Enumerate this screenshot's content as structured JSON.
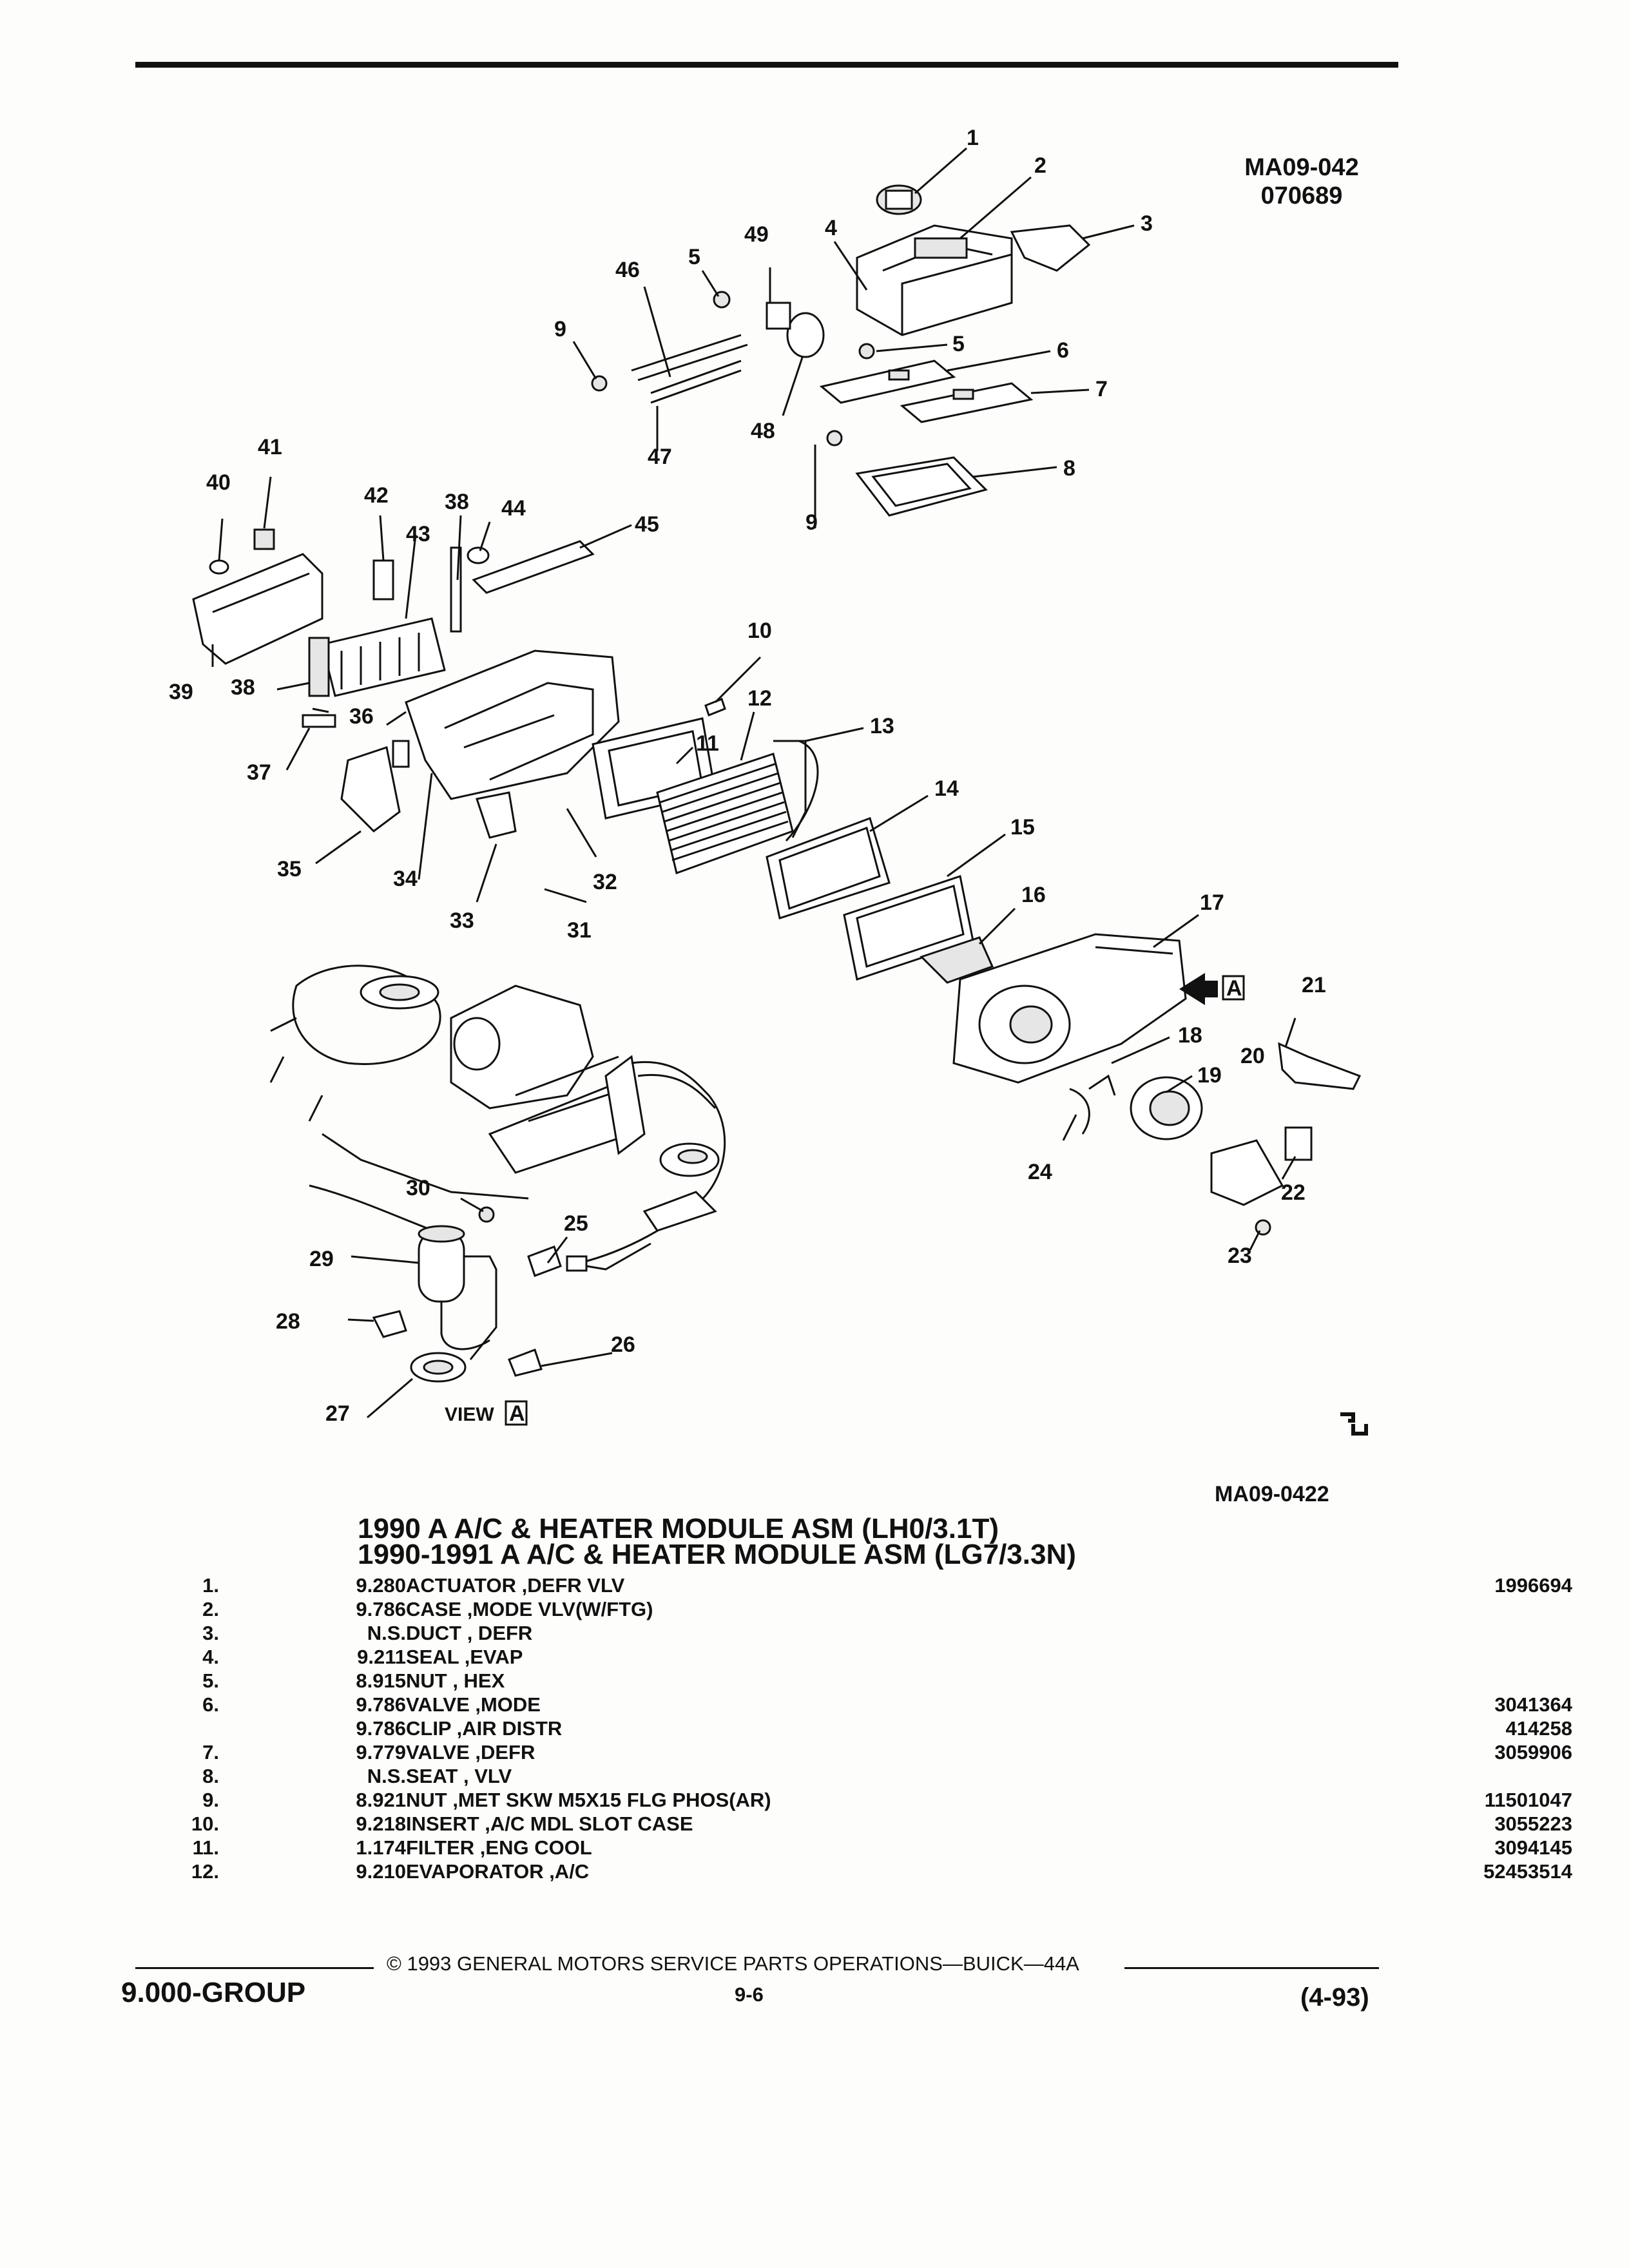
{
  "header": {
    "figure_id": "MA09-042",
    "figure_code": "070689"
  },
  "diagram": {
    "view_label": "VIEW",
    "view_marker": "A",
    "arrow_marker": "A",
    "bottom_figure_id": "MA09-0422",
    "callouts": [
      "1",
      "2",
      "3",
      "4",
      "5",
      "5",
      "6",
      "7",
      "8",
      "9",
      "9",
      "10",
      "11",
      "12",
      "13",
      "14",
      "15",
      "16",
      "17",
      "18",
      "19",
      "20",
      "21",
      "22",
      "23",
      "24",
      "25",
      "26",
      "27",
      "28",
      "29",
      "30",
      "31",
      "32",
      "33",
      "34",
      "35",
      "36",
      "37",
      "38",
      "38",
      "39",
      "40",
      "41",
      "42",
      "43",
      "44",
      "45",
      "46",
      "47",
      "48",
      "49"
    ]
  },
  "titles": {
    "line1": "1990 A A/C & HEATER MODULE ASM (LH0/3.1T)",
    "line2": "1990-1991 A A/C & HEATER MODULE ASM (LG7/3.3N)"
  },
  "parts": [
    {
      "num": "1.",
      "group": "9.280",
      "desc": "ACTUATOR ,DEFR VLV",
      "part": "1996694"
    },
    {
      "num": "2.",
      "group": "9.786",
      "desc": "CASE ,MODE VLV(W/FTG)",
      "part": ""
    },
    {
      "num": "3.",
      "group": "N.S.",
      "desc": "DUCT , DEFR",
      "part": ""
    },
    {
      "num": "4.",
      "group": "9.211",
      "desc": "SEAL ,EVAP",
      "part": ""
    },
    {
      "num": "5.",
      "group": "8.915",
      "desc": "NUT , HEX",
      "part": ""
    },
    {
      "num": "6.",
      "group": "9.786",
      "desc": "VALVE ,MODE",
      "part": "3041364"
    },
    {
      "num": "",
      "group": "9.786",
      "desc": "CLIP ,AIR DISTR",
      "part": "414258"
    },
    {
      "num": "7.",
      "group": "9.779",
      "desc": "VALVE ,DEFR",
      "part": "3059906"
    },
    {
      "num": "8.",
      "group": "N.S.",
      "desc": "SEAT , VLV",
      "part": ""
    },
    {
      "num": "9.",
      "group": "8.921",
      "desc": "NUT ,MET SKW M5X15 FLG PHOS(AR)",
      "part": "11501047"
    },
    {
      "num": "10.",
      "group": "9.218",
      "desc": "INSERT ,A/C MDL SLOT CASE",
      "part": "3055223"
    },
    {
      "num": "11.",
      "group": "1.174",
      "desc": "FILTER ,ENG COOL",
      "part": "3094145"
    },
    {
      "num": "12.",
      "group": "9.210",
      "desc": "EVAPORATOR ,A/C",
      "part": "52453514"
    }
  ],
  "footer": {
    "copyright": "© 1993 GENERAL MOTORS SERVICE PARTS OPERATIONS—BUICK—44A",
    "group": "9.000-GROUP",
    "page": "9-6",
    "date": "(4-93)"
  }
}
